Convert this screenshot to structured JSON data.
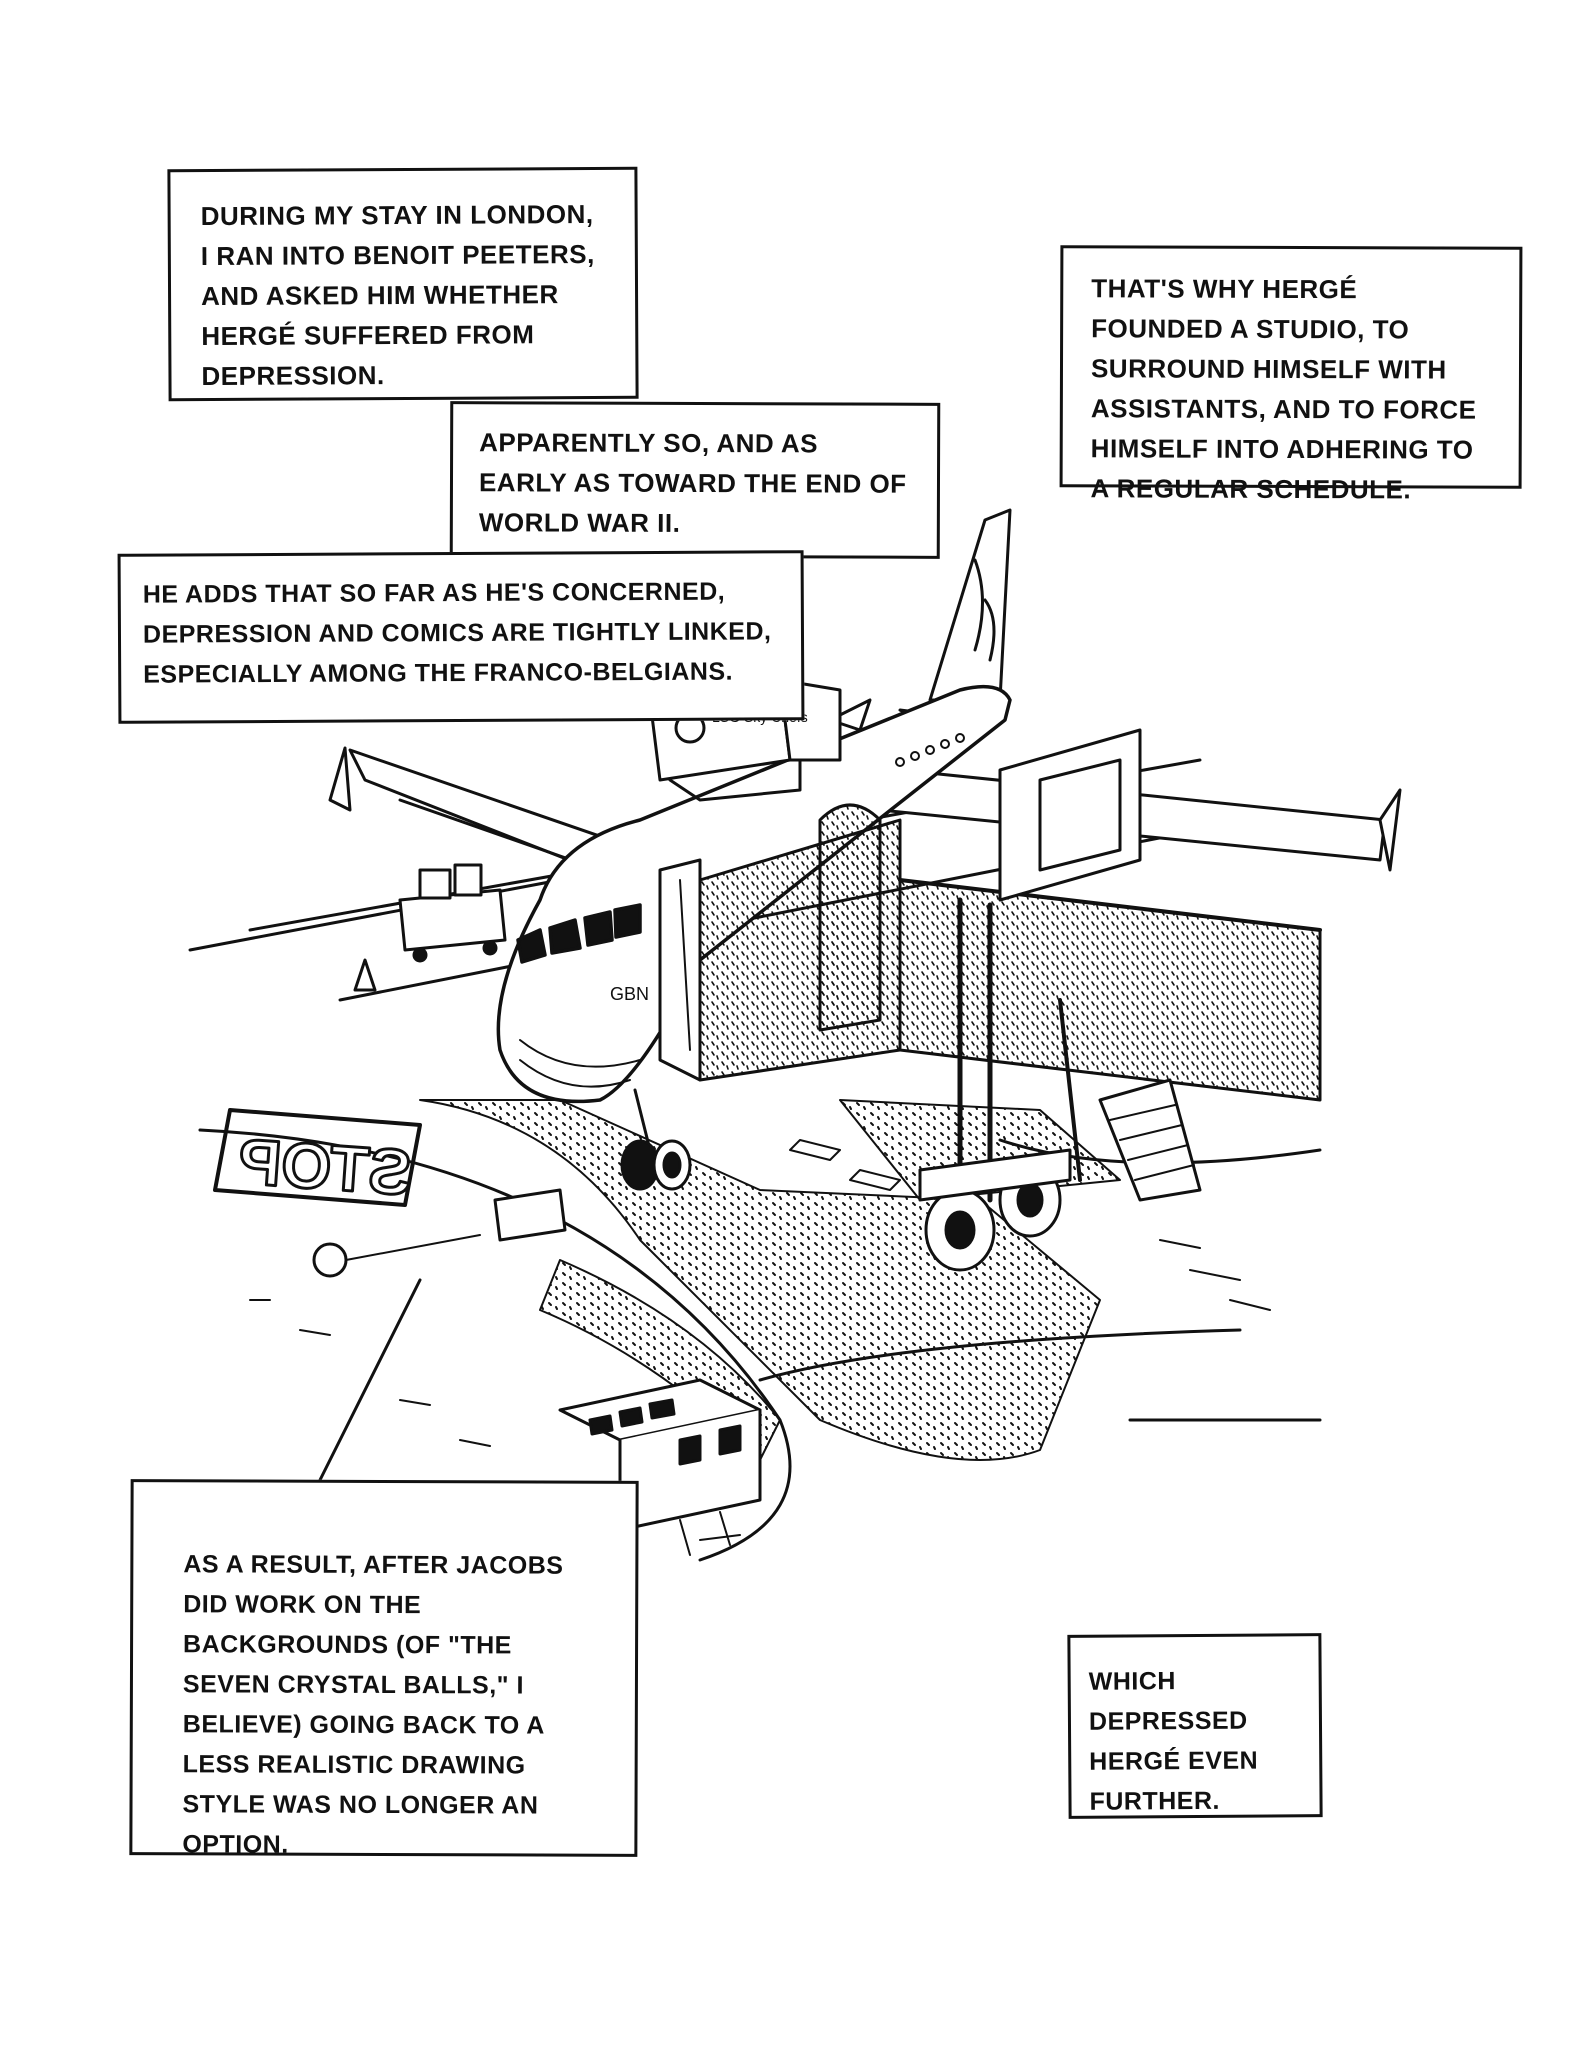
{
  "captions": {
    "london": "DURING MY STAY IN LONDON, I RAN INTO BENOIT PEETERS, AND ASKED HIM WHETHER HERGÉ SUFFERED FROM DEPRESSION.",
    "apparently": "APPARENTLY SO, AND AS EARLY AS TOWARD THE END OF WORLD WAR II.",
    "studio": "THAT'S WHY HERGÉ FOUNDED A STUDIO, TO SURROUND HIMSELF WITH ASSISTANTS, AND TO FORCE HIMSELF INTO ADHERING TO A REGULAR SCHEDULE.",
    "adds": "HE ADDS THAT SO FAR AS HE'S CONCERNED, DEPRESSION AND COMICS ARE TIGHTLY LINKED, ESPECIALLY AMONG THE FRANCO-BELGIANS.",
    "result": "AS A RESULT, AFTER JACOBS DID WORK ON THE BACKGROUNDS (OF \"THE SEVEN CRYSTAL BALLS,\" I BELIEVE) GOING BACK TO A LESS REALISTIC DRAWING STYLE WAS NO LONGER AN OPTION.",
    "depressed": "WHICH DEPRESSED HERGÉ EVEN FURTHER."
  },
  "illustration": {
    "stop_marking": "STOP",
    "catering_truck": "LSG Sky Chefs"
  },
  "colors": {
    "ink": "#111111",
    "paper": "#ffffff"
  }
}
